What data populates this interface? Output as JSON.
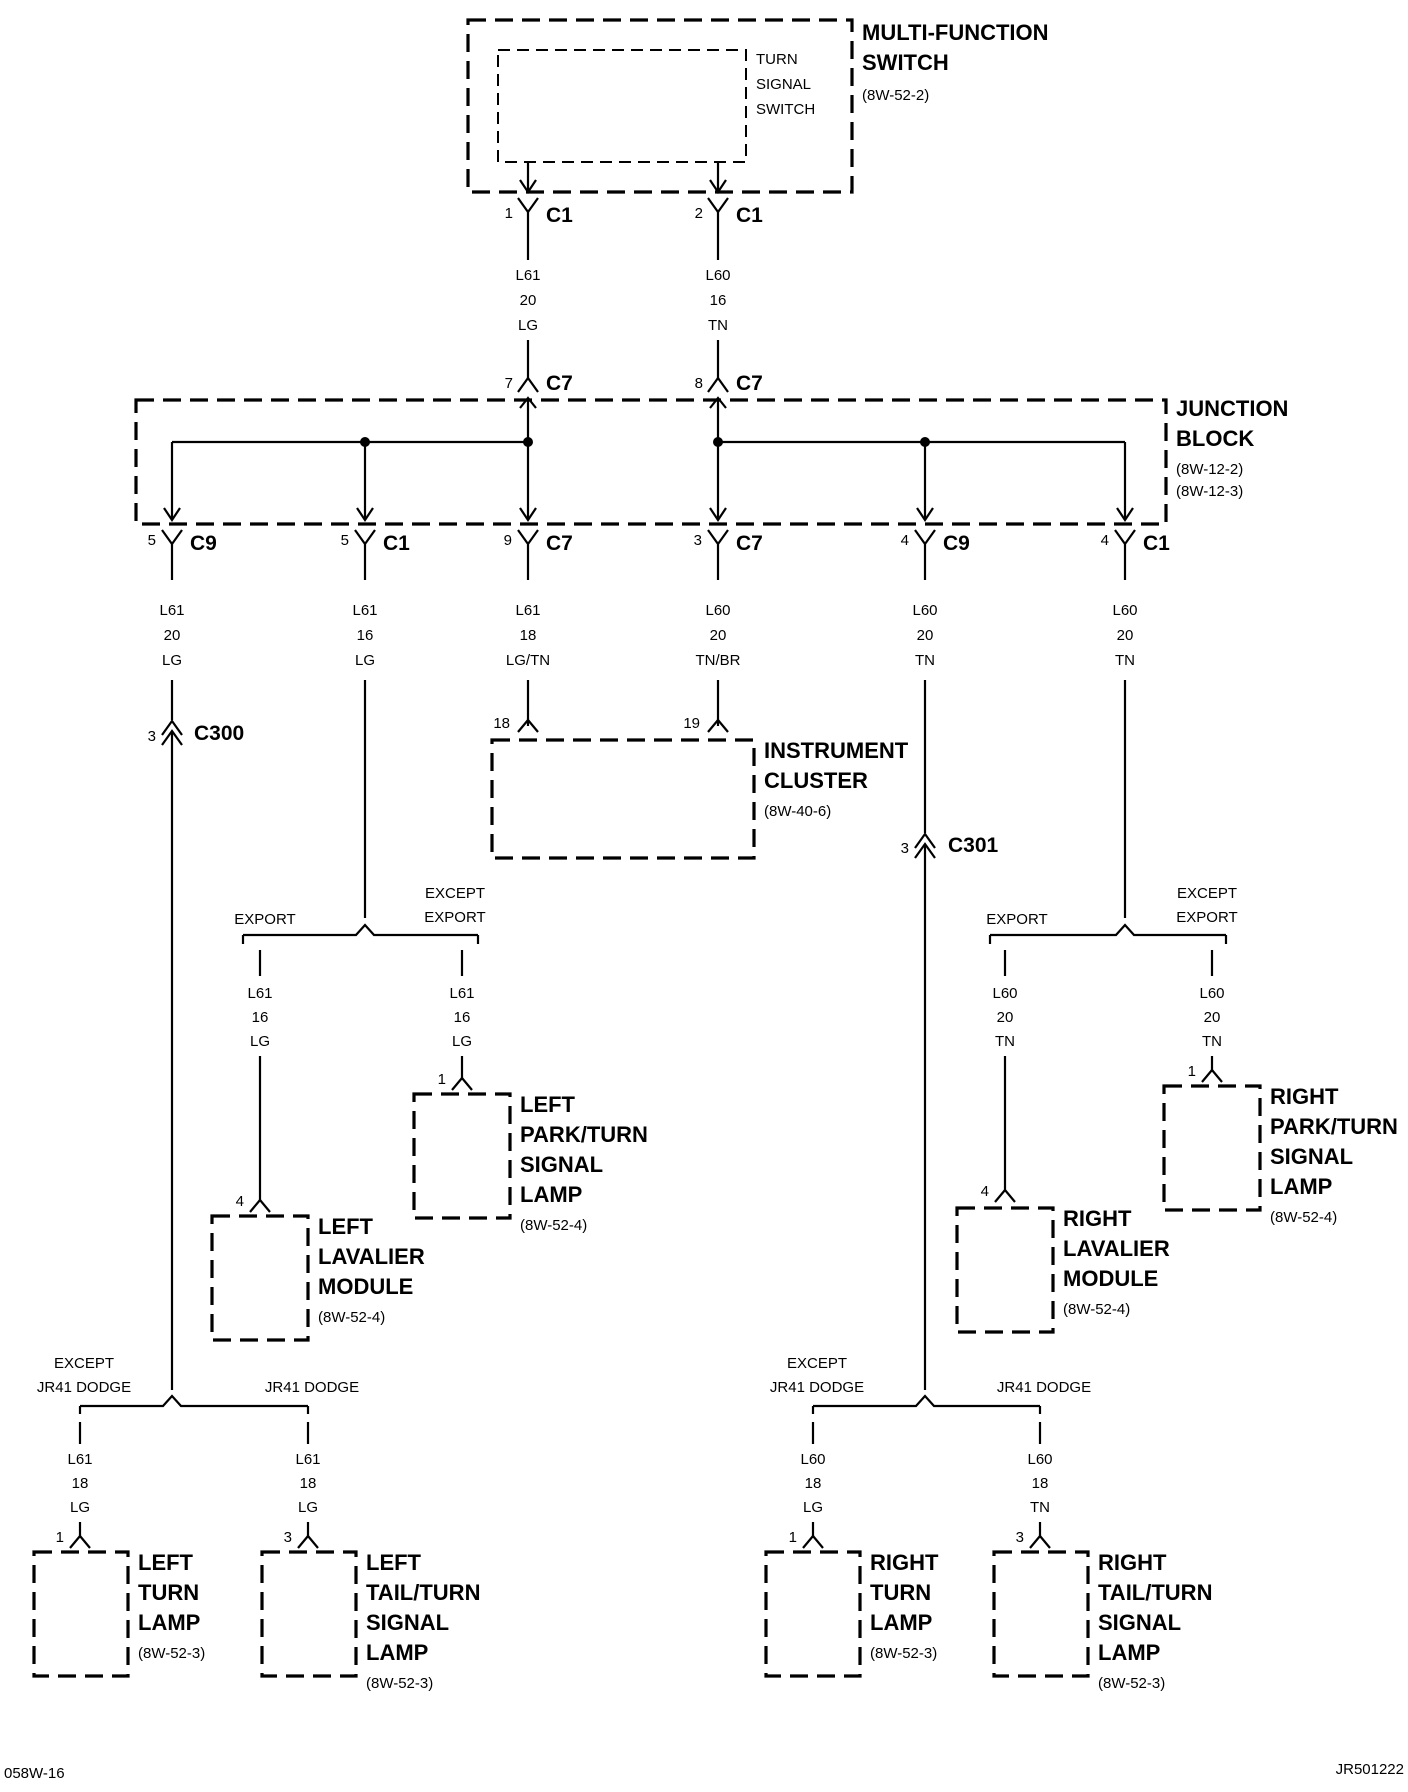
{
  "components": {
    "mfs": {
      "name": "MULTI-FUNCTION",
      "name2": "SWITCH",
      "ref": "(8W-52-2)"
    },
    "tss": {
      "l1": "TURN",
      "l2": "SIGNAL",
      "l3": "SWITCH"
    },
    "jb": {
      "name": "JUNCTION",
      "name2": "BLOCK",
      "ref1": "(8W-12-2)",
      "ref2": "(8W-12-3)"
    },
    "ic": {
      "name": "INSTRUMENT",
      "name2": "CLUSTER",
      "ref": "(8W-40-6)"
    },
    "lpt": {
      "l1": "LEFT",
      "l2": "PARK/TURN",
      "l3": "SIGNAL",
      "l4": "LAMP",
      "ref": "(8W-52-4)"
    },
    "llm": {
      "l1": "LEFT",
      "l2": "LAVALIER",
      "l3": "MODULE",
      "ref": "(8W-52-4)"
    },
    "rpt": {
      "l1": "RIGHT",
      "l2": "PARK/TURN",
      "l3": "SIGNAL",
      "l4": "LAMP",
      "ref": "(8W-52-4)"
    },
    "rlm": {
      "l1": "RIGHT",
      "l2": "LAVALIER",
      "l3": "MODULE",
      "ref": "(8W-52-4)"
    },
    "ltl": {
      "l1": "LEFT",
      "l2": "TURN",
      "l3": "LAMP",
      "ref": "(8W-52-3)"
    },
    "ltt": {
      "l1": "LEFT",
      "l2": "TAIL/TURN",
      "l3": "SIGNAL",
      "l4": "LAMP",
      "ref": "(8W-52-3)"
    },
    "rtl": {
      "l1": "RIGHT",
      "l2": "TURN",
      "l3": "LAMP",
      "ref": "(8W-52-3)"
    },
    "rtt": {
      "l1": "RIGHT",
      "l2": "TAIL/TURN",
      "l3": "SIGNAL",
      "l4": "LAMP",
      "ref": "(8W-52-3)"
    }
  },
  "connectors": {
    "c1a": {
      "pin": "1",
      "name": "C1"
    },
    "c1b": {
      "pin": "2",
      "name": "C1"
    },
    "c7a": {
      "pin": "7",
      "name": "C7"
    },
    "c7b": {
      "pin": "8",
      "name": "C7"
    },
    "j1": {
      "pin": "5",
      "name": "C9"
    },
    "j2": {
      "pin": "5",
      "name": "C1"
    },
    "j3": {
      "pin": "9",
      "name": "C7"
    },
    "j4": {
      "pin": "3",
      "name": "C7"
    },
    "j5": {
      "pin": "4",
      "name": "C9"
    },
    "j6": {
      "pin": "4",
      "name": "C1"
    },
    "c300": {
      "pin": "3",
      "name": "C300"
    },
    "c301": {
      "pin": "3",
      "name": "C301"
    },
    "ic18": {
      "pin": "18"
    },
    "ic19": {
      "pin": "19"
    },
    "lpt1": {
      "pin": "1"
    },
    "llm4": {
      "pin": "4"
    },
    "rpt1": {
      "pin": "1"
    },
    "rlm4": {
      "pin": "4"
    },
    "ltl1": {
      "pin": "1"
    },
    "ltt3": {
      "pin": "3"
    },
    "rtl1": {
      "pin": "1"
    },
    "rtt3": {
      "pin": "3"
    }
  },
  "wires": {
    "w1": {
      "circuit": "L61",
      "gauge": "20",
      "color": "LG"
    },
    "w2": {
      "circuit": "L60",
      "gauge": "16",
      "color": "TN"
    },
    "w3": {
      "circuit": "L61",
      "gauge": "20",
      "color": "LG"
    },
    "w4": {
      "circuit": "L61",
      "gauge": "16",
      "color": "LG"
    },
    "w5": {
      "circuit": "L61",
      "gauge": "18",
      "color": "LG/TN"
    },
    "w6": {
      "circuit": "L60",
      "gauge": "20",
      "color": "TN/BR"
    },
    "w7": {
      "circuit": "L60",
      "gauge": "20",
      "color": "TN"
    },
    "w8": {
      "circuit": "L60",
      "gauge": "20",
      "color": "TN"
    },
    "w9": {
      "circuit": "L61",
      "gauge": "16",
      "color": "LG"
    },
    "w10": {
      "circuit": "L61",
      "gauge": "16",
      "color": "LG"
    },
    "w11": {
      "circuit": "L60",
      "gauge": "20",
      "color": "TN"
    },
    "w12": {
      "circuit": "L60",
      "gauge": "20",
      "color": "TN"
    },
    "w13": {
      "circuit": "L61",
      "gauge": "18",
      "color": "LG"
    },
    "w14": {
      "circuit": "L61",
      "gauge": "18",
      "color": "LG"
    },
    "w15": {
      "circuit": "L60",
      "gauge": "18",
      "color": "LG"
    },
    "w16": {
      "circuit": "L60",
      "gauge": "18",
      "color": "TN"
    }
  },
  "branches": {
    "export_l": "EXPORT",
    "except_export_l1": "EXCEPT",
    "except_export_l2": "EXPORT",
    "export_r": "EXPORT",
    "except_export_r1": "EXCEPT",
    "except_export_r2": "EXPORT",
    "except_jr_l1": "EXCEPT",
    "except_jr_l2": "JR41 DODGE",
    "jr_l": "JR41 DODGE",
    "except_jr_r1": "EXCEPT",
    "except_jr_r2": "JR41 DODGE",
    "jr_r": "JR41 DODGE"
  },
  "footer": {
    "left": "058W-16",
    "right": "JR501222"
  }
}
